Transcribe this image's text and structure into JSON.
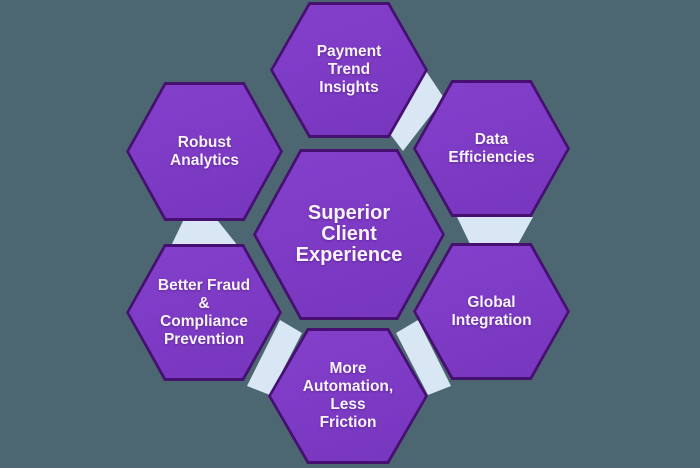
{
  "diagram": {
    "type": "hexagon-cluster",
    "center": {
      "id": "superior-client-experience",
      "label": "Superior\nClient\nExperience"
    },
    "nodes": [
      {
        "id": "payment-trend-insights",
        "position": "top",
        "label": "Payment\nTrend\nInsights"
      },
      {
        "id": "data-efficiencies",
        "position": "top-right",
        "label": "Data\nEfficiencies"
      },
      {
        "id": "global-integration",
        "position": "bottom-right",
        "label": "Global\nIntegration"
      },
      {
        "id": "more-automation-less-friction",
        "position": "bottom",
        "label": "More\nAutomation,\nLess\nFriction"
      },
      {
        "id": "better-fraud-compliance-prevention",
        "position": "bottom-left",
        "label": "Better Fraud\n&\nCompliance\nPrevention"
      },
      {
        "id": "robust-analytics",
        "position": "top-left",
        "label": "Robust\nAnalytics"
      }
    ],
    "colors": {
      "background": "#4c6772",
      "hexagon_fill": "#7d3ac4",
      "hexagon_border": "#45106f",
      "connector": "#d9e6f3",
      "text": "#f8f3fc"
    }
  }
}
